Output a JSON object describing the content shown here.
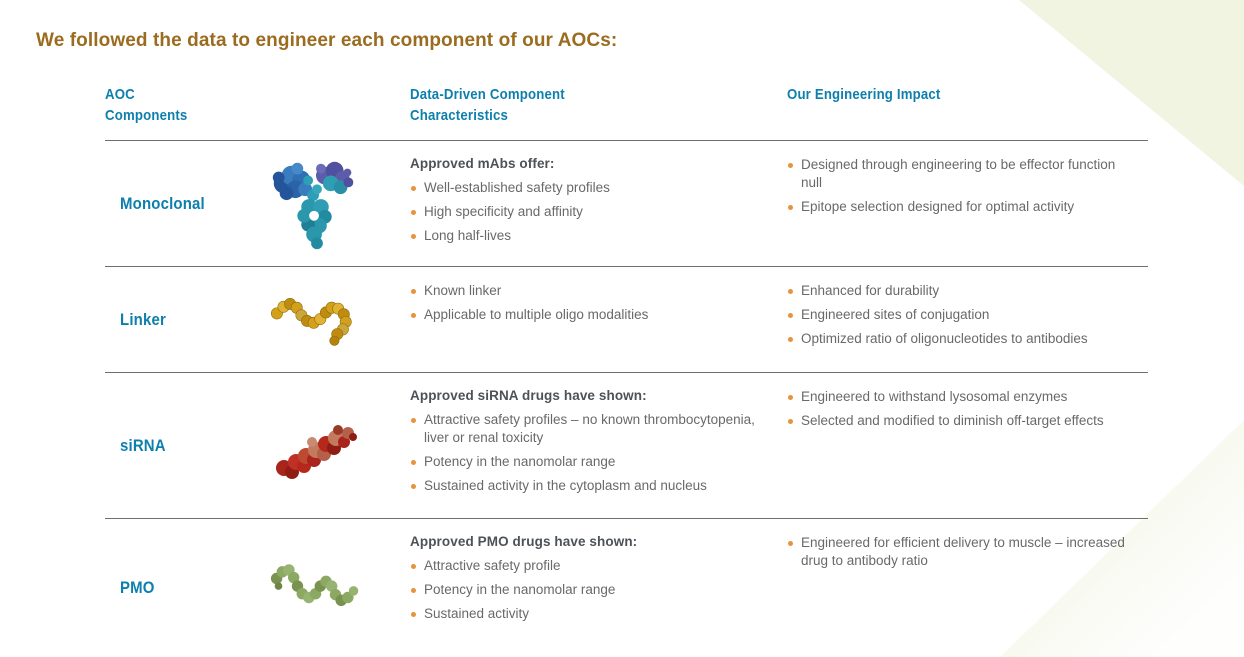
{
  "page": {
    "title": "We followed the data to engineer each component of our AOCs:"
  },
  "table": {
    "headers": {
      "components": "AOC\nComponents",
      "characteristics": "Data-Driven Component\nCharacteristics",
      "impact": "Our Engineering Impact"
    },
    "rows": [
      {
        "component": "Monoclonal",
        "molecule_icon": "antibody-molecule",
        "characteristics_heading": "Approved mAbs offer:",
        "characteristics": [
          "Well-established safety profiles",
          "High specificity and affinity",
          "Long half-lives"
        ],
        "impact": [
          "Designed through engineering to be effector function null",
          "Epitope selection designed for optimal activity"
        ]
      },
      {
        "component": "Linker",
        "molecule_icon": "linker-molecule",
        "characteristics_heading": "",
        "characteristics": [
          "Known linker",
          "Applicable to multiple oligo modalities"
        ],
        "impact": [
          "Enhanced for durability",
          "Engineered sites of conjugation",
          "Optimized ratio of oligonucleotides to antibodies"
        ]
      },
      {
        "component": "siRNA",
        "molecule_icon": "sirna-molecule",
        "characteristics_heading": "Approved siRNA drugs have shown:",
        "characteristics": [
          "Attractive safety profiles – no known thrombocytopenia, liver or renal toxicity",
          "Potency in the nanomolar range",
          "Sustained activity in the cytoplasm and nucleus"
        ],
        "impact": [
          "Engineered to withstand lysosomal enzymes",
          "Selected and modified to diminish off-target effects"
        ]
      },
      {
        "component": "PMO",
        "molecule_icon": "pmo-molecule",
        "characteristics_heading": "Approved PMO drugs have shown:",
        "characteristics": [
          "Attractive safety profile",
          "Potency in the nanomolar range",
          "Sustained activity"
        ],
        "impact": [
          "Engineered for efficient delivery to muscle – increased drug to antibody ratio"
        ]
      }
    ]
  },
  "colors": {
    "accent_blue": "#0d7fad",
    "title_brown": "#9b6c1f",
    "bullet_orange": "#e8923f",
    "rule_gray": "#6f6f6f",
    "corner_green": "#f1f4e1",
    "body_gray": "#67696b"
  }
}
